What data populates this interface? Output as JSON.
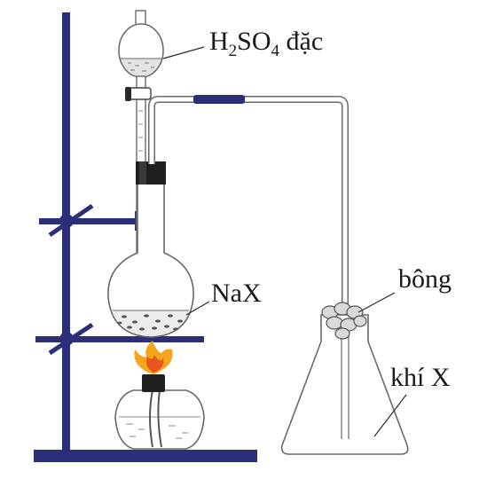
{
  "labels": {
    "acid_main": "H",
    "acid_sub1": "2",
    "acid_mid": "SO",
    "acid_sub2": "4",
    "acid_tail": " đặc",
    "salt": "NaX",
    "cotton": "bông",
    "gas": "khí X"
  },
  "colors": {
    "stand": "#2b2f7a",
    "glass": "#6a6a6a",
    "stopper": "#1e1e1e",
    "flame_outer": "#f3a51c",
    "flame_inner": "#e8551e",
    "text": "#1a1a1a"
  }
}
